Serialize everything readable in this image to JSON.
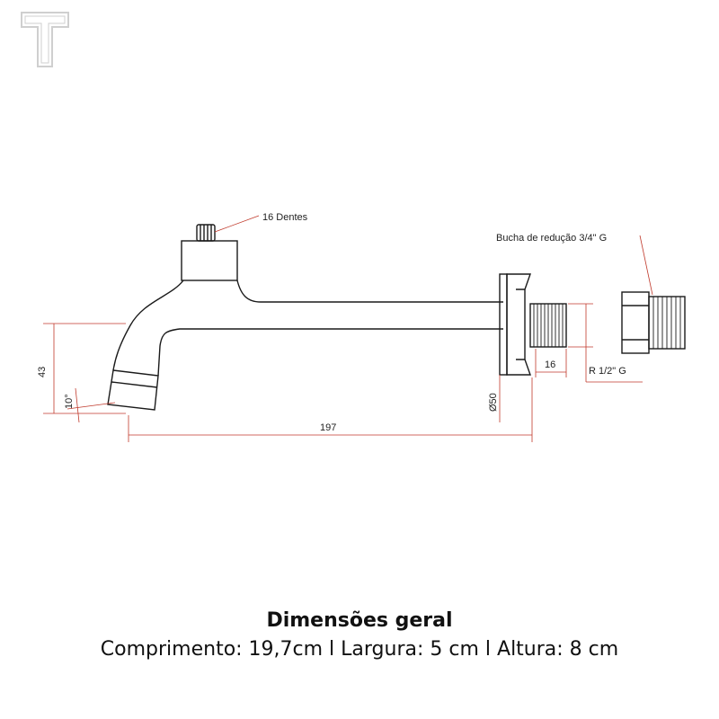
{
  "labels": {
    "teeth": "16 Dentes",
    "reducer": "Bucha de redução 3/4\" G",
    "thread_len": "16",
    "thread_spec": "R 1/2\" G",
    "flange_dia": "Ø50",
    "height": "43",
    "angle": "10°",
    "length": "197"
  },
  "caption": {
    "title": "Dimensões geral",
    "specs": "Comprimento: 19,7cm l Largura: 5 cm l Altura: 8 cm"
  },
  "colors": {
    "outline": "#1a1a1a",
    "dimension_line": "#c0392b",
    "leader": "#c0392b"
  }
}
